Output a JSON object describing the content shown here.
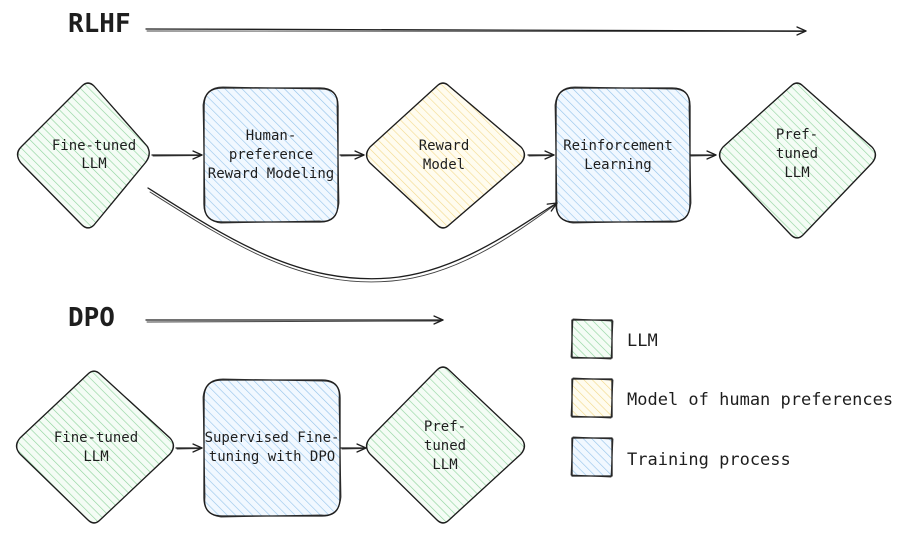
{
  "colors": {
    "llm": "#2f9e44",
    "llm_fill": "#ebfbee",
    "reward": "#f08c00",
    "reward_fill": "#fff9db",
    "training": "#1971c2",
    "training_fill": "#e7f5ff"
  },
  "rlhf": {
    "title": "RLHF",
    "nodes": {
      "finetuned": [
        "Fine-tuned",
        "LLM"
      ],
      "reward_modeling": [
        "Human-",
        "preference",
        "Reward Modeling"
      ],
      "reward_model": [
        "Reward",
        "Model"
      ],
      "rl": [
        "Reinforcement",
        "Learning"
      ],
      "pref_tuned": [
        "Pref-",
        "tuned",
        "LLM"
      ]
    }
  },
  "dpo": {
    "title": "DPO",
    "nodes": {
      "finetuned": [
        "Fine-tuned",
        "LLM"
      ],
      "sft_dpo": [
        "Supervised Fine-",
        "tuning with DPO"
      ],
      "pref_tuned": [
        "Pref-",
        "tuned",
        "LLM"
      ]
    }
  },
  "legend": [
    {
      "label": "LLM",
      "kind": "llm"
    },
    {
      "label": "Model of human preferences",
      "kind": "reward"
    },
    {
      "label": "Training process",
      "kind": "training"
    }
  ]
}
